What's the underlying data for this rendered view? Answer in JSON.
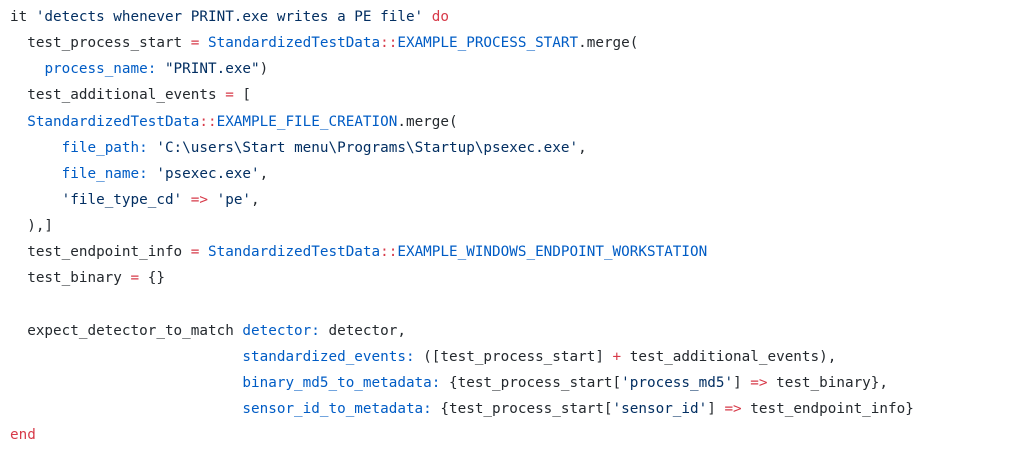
{
  "colors": {
    "keyword": "#d73a49",
    "string": "#032f62",
    "constant": "#005cc5",
    "symbol": "#005cc5",
    "operator": "#d73a49",
    "plain": "#24292e",
    "background": "#ffffff"
  },
  "lines": [
    {
      "indent": "",
      "tokens": [
        {
          "t": "it ",
          "c": "pl"
        },
        {
          "t": "'detects whenever PRINT.exe writes a PE file'",
          "c": "str"
        },
        {
          "t": " ",
          "c": "pl"
        },
        {
          "t": "do",
          "c": "kw"
        }
      ]
    },
    {
      "indent": "  ",
      "tokens": [
        {
          "t": "test_process_start ",
          "c": "pl"
        },
        {
          "t": "=",
          "c": "op"
        },
        {
          "t": " ",
          "c": "pl"
        },
        {
          "t": "StandardizedTestData",
          "c": "cst"
        },
        {
          "t": "::",
          "c": "op"
        },
        {
          "t": "EXAMPLE_PROCESS_START",
          "c": "cst"
        },
        {
          "t": ".merge(",
          "c": "pl"
        }
      ]
    },
    {
      "indent": "    ",
      "tokens": [
        {
          "t": "process_name:",
          "c": "sym"
        },
        {
          "t": " ",
          "c": "pl"
        },
        {
          "t": "\"PRINT.exe\"",
          "c": "str"
        },
        {
          "t": ")",
          "c": "pl"
        }
      ]
    },
    {
      "indent": "  ",
      "tokens": [
        {
          "t": "test_additional_events ",
          "c": "pl"
        },
        {
          "t": "=",
          "c": "op"
        },
        {
          "t": " [",
          "c": "pl"
        }
      ]
    },
    {
      "indent": "  ",
      "tokens": [
        {
          "t": "StandardizedTestData",
          "c": "cst"
        },
        {
          "t": "::",
          "c": "op"
        },
        {
          "t": "EXAMPLE_FILE_CREATION",
          "c": "cst"
        },
        {
          "t": ".merge(",
          "c": "pl"
        }
      ]
    },
    {
      "indent": "      ",
      "tokens": [
        {
          "t": "file_path:",
          "c": "sym"
        },
        {
          "t": " ",
          "c": "pl"
        },
        {
          "t": "'C:\\users\\Start menu\\Programs\\Startup\\psexec.exe'",
          "c": "str"
        },
        {
          "t": ",",
          "c": "pl"
        }
      ]
    },
    {
      "indent": "      ",
      "tokens": [
        {
          "t": "file_name:",
          "c": "sym"
        },
        {
          "t": " ",
          "c": "pl"
        },
        {
          "t": "'psexec.exe'",
          "c": "str"
        },
        {
          "t": ",",
          "c": "pl"
        }
      ]
    },
    {
      "indent": "      ",
      "tokens": [
        {
          "t": "'file_type_cd'",
          "c": "str"
        },
        {
          "t": " ",
          "c": "pl"
        },
        {
          "t": "=>",
          "c": "op"
        },
        {
          "t": " ",
          "c": "pl"
        },
        {
          "t": "'pe'",
          "c": "str"
        },
        {
          "t": ",",
          "c": "pl"
        }
      ]
    },
    {
      "indent": "  ",
      "tokens": [
        {
          "t": "),]",
          "c": "pl"
        }
      ]
    },
    {
      "indent": "  ",
      "tokens": [
        {
          "t": "test_endpoint_info ",
          "c": "pl"
        },
        {
          "t": "=",
          "c": "op"
        },
        {
          "t": " ",
          "c": "pl"
        },
        {
          "t": "StandardizedTestData",
          "c": "cst"
        },
        {
          "t": "::",
          "c": "op"
        },
        {
          "t": "EXAMPLE_WINDOWS_ENDPOINT_WORKSTATION",
          "c": "cst"
        }
      ]
    },
    {
      "indent": "  ",
      "tokens": [
        {
          "t": "test_binary ",
          "c": "pl"
        },
        {
          "t": "=",
          "c": "op"
        },
        {
          "t": " {}",
          "c": "pl"
        }
      ]
    },
    {
      "indent": "",
      "tokens": []
    },
    {
      "indent": "  ",
      "tokens": [
        {
          "t": "expect_detector_to_match ",
          "c": "pl"
        },
        {
          "t": "detector:",
          "c": "sym"
        },
        {
          "t": " detector,",
          "c": "pl"
        }
      ]
    },
    {
      "indent": "                           ",
      "tokens": [
        {
          "t": "standardized_events:",
          "c": "sym"
        },
        {
          "t": " ([test_process_start] ",
          "c": "pl"
        },
        {
          "t": "+",
          "c": "op"
        },
        {
          "t": " test_additional_events),",
          "c": "pl"
        }
      ]
    },
    {
      "indent": "                           ",
      "tokens": [
        {
          "t": "binary_md5_to_metadata:",
          "c": "sym"
        },
        {
          "t": " {test_process_start[",
          "c": "pl"
        },
        {
          "t": "'process_md5'",
          "c": "str"
        },
        {
          "t": "] ",
          "c": "pl"
        },
        {
          "t": "=>",
          "c": "op"
        },
        {
          "t": " test_binary},",
          "c": "pl"
        }
      ]
    },
    {
      "indent": "                           ",
      "tokens": [
        {
          "t": "sensor_id_to_metadata:",
          "c": "sym"
        },
        {
          "t": " {test_process_start[",
          "c": "pl"
        },
        {
          "t": "'sensor_id'",
          "c": "str"
        },
        {
          "t": "] ",
          "c": "pl"
        },
        {
          "t": "=>",
          "c": "op"
        },
        {
          "t": " test_endpoint_info}",
          "c": "pl"
        }
      ]
    },
    {
      "indent": "",
      "tokens": [
        {
          "t": "end",
          "c": "kw"
        }
      ]
    }
  ]
}
